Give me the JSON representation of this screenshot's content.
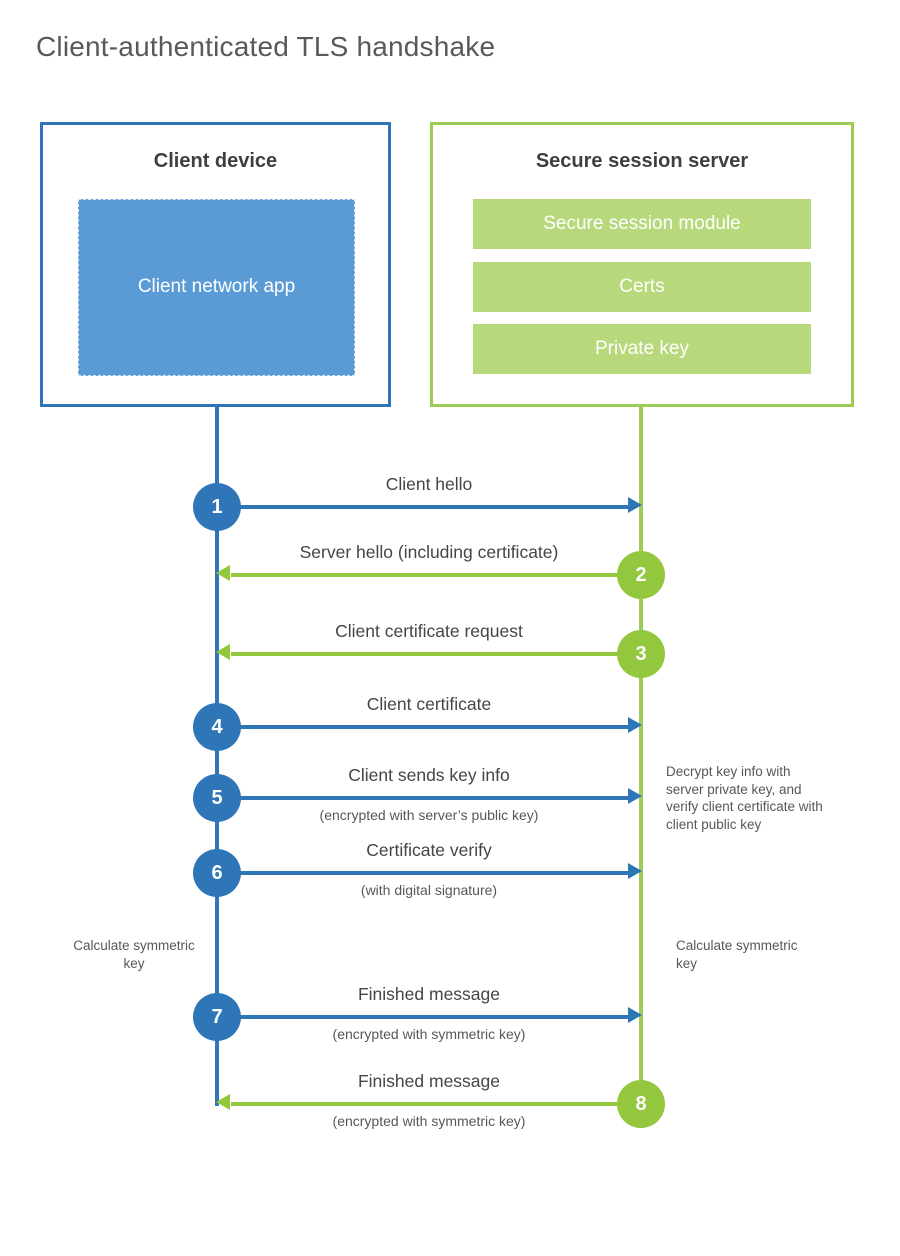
{
  "title": "Client-authenticated TLS handshake",
  "colors": {
    "blue": "#2e76b8",
    "blue_fill": "#5b9bd5",
    "green": "#93c73d",
    "green_border": "#9ccc55",
    "green_fill": "#b7d87b"
  },
  "client": {
    "title": "Client device",
    "app_label": "Client network app"
  },
  "server": {
    "title": "Secure session server",
    "modules": [
      "Secure session module",
      "Certs",
      "Private key"
    ]
  },
  "steps": [
    {
      "num": "1",
      "label": "Client hello",
      "sub": "",
      "direction": "right",
      "color": "blue"
    },
    {
      "num": "2",
      "label": "Server hello (including certificate)",
      "sub": "",
      "direction": "left",
      "color": "green"
    },
    {
      "num": "3",
      "label": "Client certificate request",
      "sub": "",
      "direction": "left",
      "color": "green"
    },
    {
      "num": "4",
      "label": "Client certificate",
      "sub": "",
      "direction": "right",
      "color": "blue"
    },
    {
      "num": "5",
      "label": "Client sends key info",
      "sub": "(encrypted with server’s public key)",
      "direction": "right",
      "color": "blue"
    },
    {
      "num": "6",
      "label": "Certificate verify",
      "sub": "(with digital signature)",
      "direction": "right",
      "color": "blue"
    },
    {
      "num": "7",
      "label": "Finished message",
      "sub": "(encrypted with symmetric key)",
      "direction": "right",
      "color": "blue"
    },
    {
      "num": "8",
      "label": "Finished message",
      "sub": "(encrypted with symmetric key)",
      "direction": "left",
      "color": "green"
    }
  ],
  "notes": {
    "decrypt": "Decrypt key info with server private key, and verify client certificate with client public key",
    "calc_left": "Calculate symmetric key",
    "calc_right": "Calculate symmetric key"
  }
}
